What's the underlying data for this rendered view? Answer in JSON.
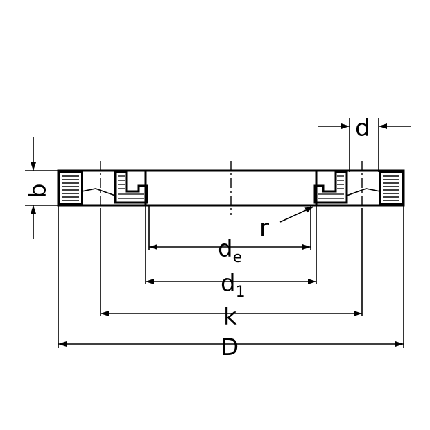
{
  "labels": {
    "d": "d",
    "b": "b",
    "r": "r",
    "de_main": "d",
    "de_sub": "e",
    "d1_main": "d",
    "d1_sub": "1",
    "k": "k",
    "D": "D"
  },
  "colors": {
    "line": "#000000",
    "background": "#ffffff"
  }
}
